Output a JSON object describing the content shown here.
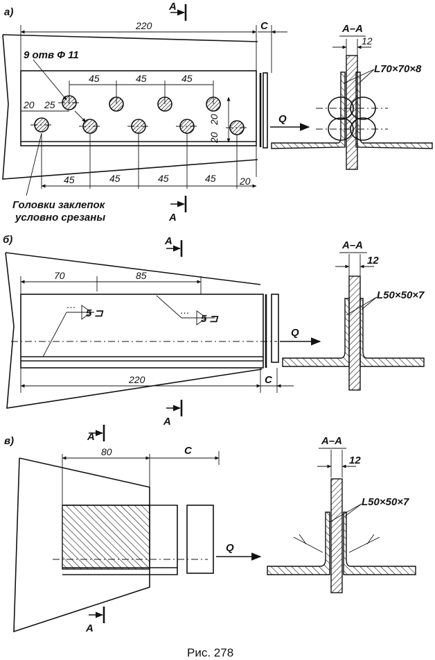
{
  "caption": "Рис. 278",
  "panel_a": {
    "label": "а)",
    "dim_length": "220",
    "dim_c": "C",
    "section_mark": "А",
    "holes_note": "9 отв Ф 11",
    "dim_top_1": "45",
    "dim_top_2": "45",
    "dim_top_3": "45",
    "dim_left_1": "20",
    "dim_left_2": "25",
    "dim_right_1": "20",
    "dim_right_2": "20",
    "dim_bot_1": "45",
    "dim_bot_2": "45",
    "dim_bot_3": "45",
    "dim_bot_4": "45",
    "dim_bot_5": "20",
    "rivet_note_1": "Головки заклепок",
    "rivet_note_2": "условно срезаны",
    "force": "Q",
    "section_title": "А–А",
    "section_thk": "12",
    "angle_profile": "L70×70×8"
  },
  "panel_b": {
    "label": "б)",
    "section_mark": "А",
    "dim_70": "70",
    "dim_85": "85",
    "weld_1": "5",
    "weld_2": "5",
    "dim_length": "220",
    "dim_c": "C",
    "force": "Q",
    "section_title": "А–А",
    "section_thk": "12",
    "angle_profile": "L50×50×7"
  },
  "panel_v": {
    "label": "в)",
    "section_mark": "А",
    "dim_80": "80",
    "dim_c": "C",
    "force": "Q",
    "section_title": "А–А",
    "section_thk": "12",
    "angle_profile": "L50×50×7"
  }
}
